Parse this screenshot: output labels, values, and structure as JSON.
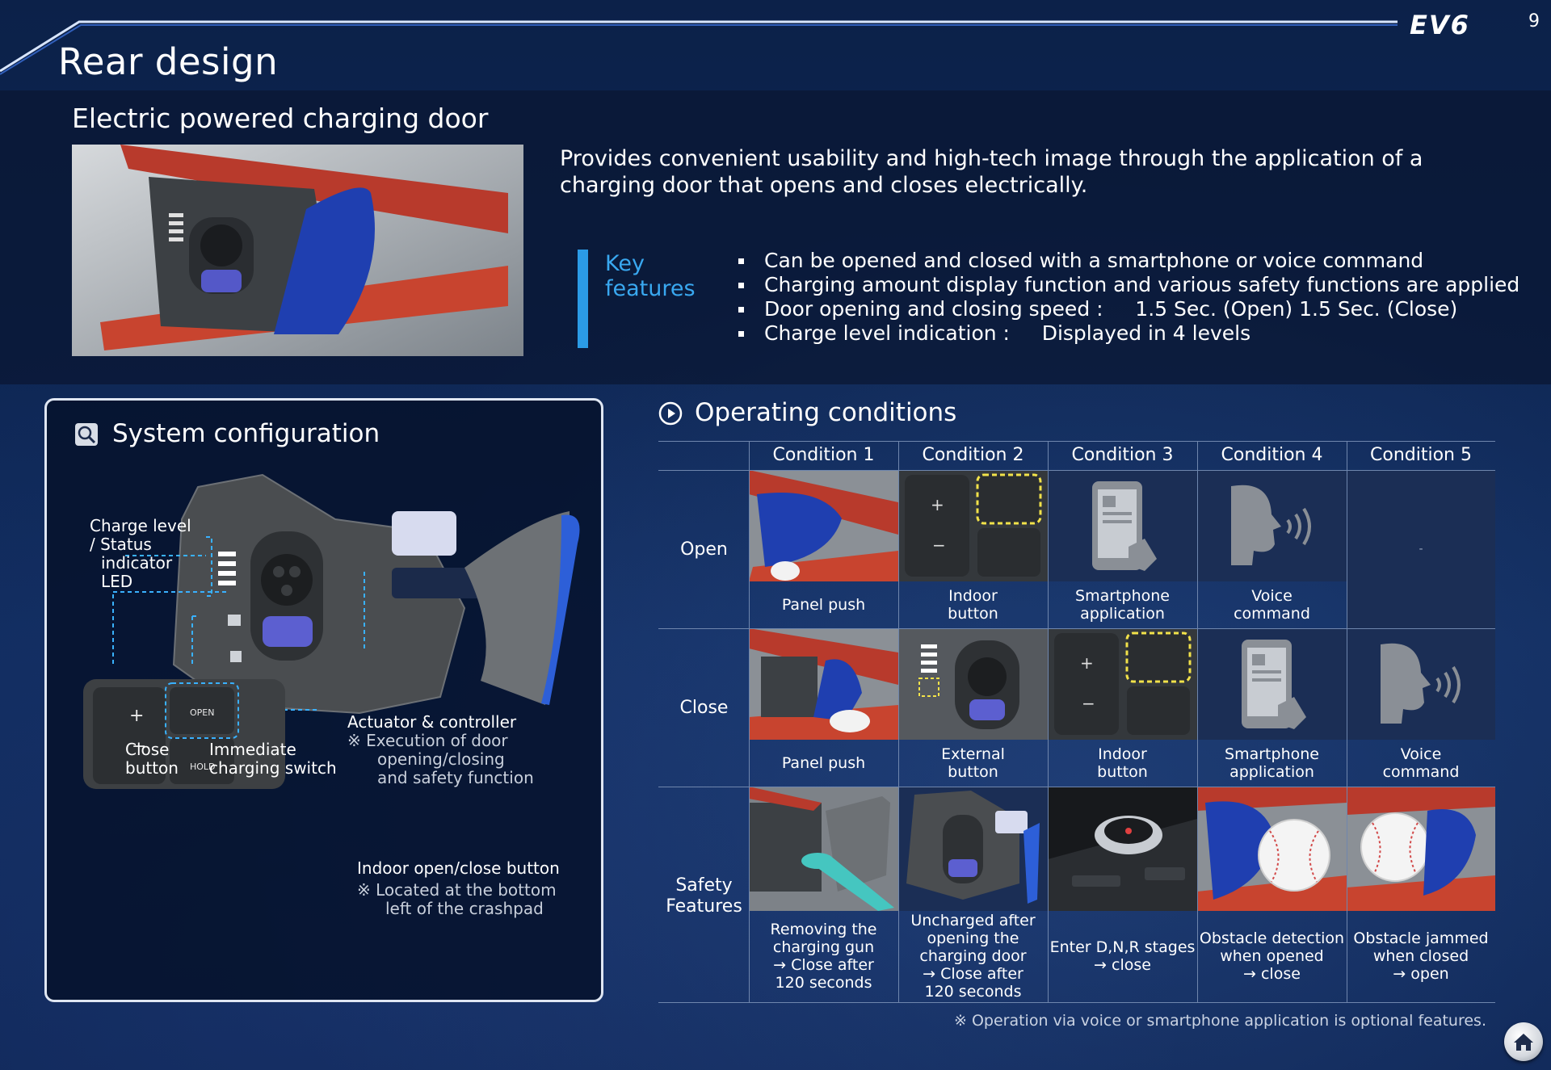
{
  "header": {
    "title": "Rear design",
    "brand": "EV6",
    "page_number": "9"
  },
  "section": {
    "title": "Electric powered charging door",
    "intro": "Provides convenient usability and high-tech image through the application of a charging door that opens and closes electrically."
  },
  "key_features": {
    "label_line1": "Key",
    "label_line2": "features",
    "items": [
      "Can be opened and closed with a smartphone or voice command",
      "Charging amount display function and various safety functions are applied",
      "Door opening and closing speed :     1.5 Sec. (Open) 1.5 Sec. (Close)",
      "Charge level indication :     Displayed in 4 levels"
    ]
  },
  "system_config": {
    "title": "System configuration",
    "labels": {
      "charge_led": [
        "Charge level",
        "/ Status",
        "indicator",
        "LED"
      ],
      "close_button": [
        "Close",
        "button"
      ],
      "immediate_switch": [
        "Immediate",
        "charging switch"
      ],
      "actuator_title": "Actuator & controller",
      "actuator_note": [
        "※ Execution of door",
        "opening/closing",
        "and safety function"
      ],
      "indoor_title": "Indoor open/close button",
      "indoor_note": [
        "※ Located at the bottom",
        "left of the crashpad"
      ],
      "btn_open": "OPEN",
      "btn_hold": "HOLD"
    }
  },
  "operating": {
    "title": "Operating conditions",
    "headers": [
      "Condition 1",
      "Condition 2",
      "Condition 3",
      "Condition 4",
      "Condition 5"
    ],
    "rows": [
      {
        "label": "Open",
        "cells": [
          "Panel push",
          "Indoor\nbutton",
          "Smartphone\napplication",
          "Voice\ncommand",
          "-"
        ]
      },
      {
        "label": "Close",
        "cells": [
          "Panel push",
          "External\nbutton",
          "Indoor\nbutton",
          "Smartphone\napplication",
          "Voice\ncommand"
        ]
      },
      {
        "label": "Safety\nFeatures",
        "cells": [
          "Removing the\ncharging gun\n→ Close after\n120 seconds",
          "Uncharged after\nopening the\ncharging door\n→ Close after\n120 seconds",
          "Enter D,N,R stages\n→ close",
          "Obstacle detection\nwhen opened\n→ close",
          "Obstacle jammed\nwhen closed\n→ open"
        ]
      }
    ],
    "footnote": "※ Operation via voice or smartphone application is optional features."
  },
  "colors": {
    "accent_blue": "#2b9be6",
    "door_blue": "#1f3fb0",
    "tail_red": "#c8442f",
    "background": "#0d2350"
  },
  "icons": {
    "home": "home-icon",
    "search": "magnifier-icon",
    "play": "play-circle-icon"
  }
}
